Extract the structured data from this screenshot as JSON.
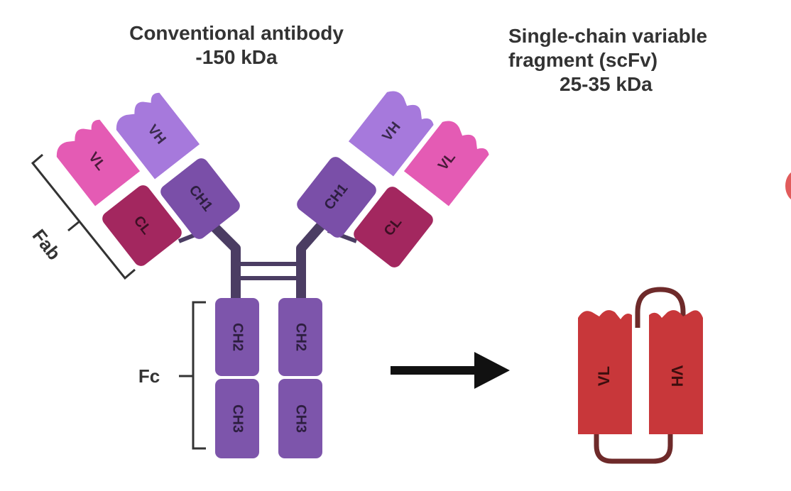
{
  "conventional": {
    "title_line1": "Conventional antibody",
    "title_line2": "-150 kDa",
    "domains": {
      "vh": "VH",
      "vl": "VL",
      "ch1": "CH1",
      "cl": "CL",
      "ch2": "CH2",
      "ch3": "CH3"
    },
    "labels": {
      "fab": "Fab",
      "fc": "Fc"
    }
  },
  "scfv": {
    "title_line1": "Single-chain variable",
    "title_line2": "fragment (scFv)",
    "title_line3": "25-35 kDa",
    "domains": {
      "vl": "VL",
      "vh": "VH"
    }
  },
  "colors": {
    "vh": "#a679dc",
    "vl": "#e45bb4",
    "ch1": "#7a4fa8",
    "cl": "#a3275f",
    "constant": "#7d55ab",
    "hinge": "#4b3d63",
    "scfv": "#c8373a",
    "linker": "#6e2a2a",
    "arrow": "#111111",
    "text": "#333333"
  }
}
